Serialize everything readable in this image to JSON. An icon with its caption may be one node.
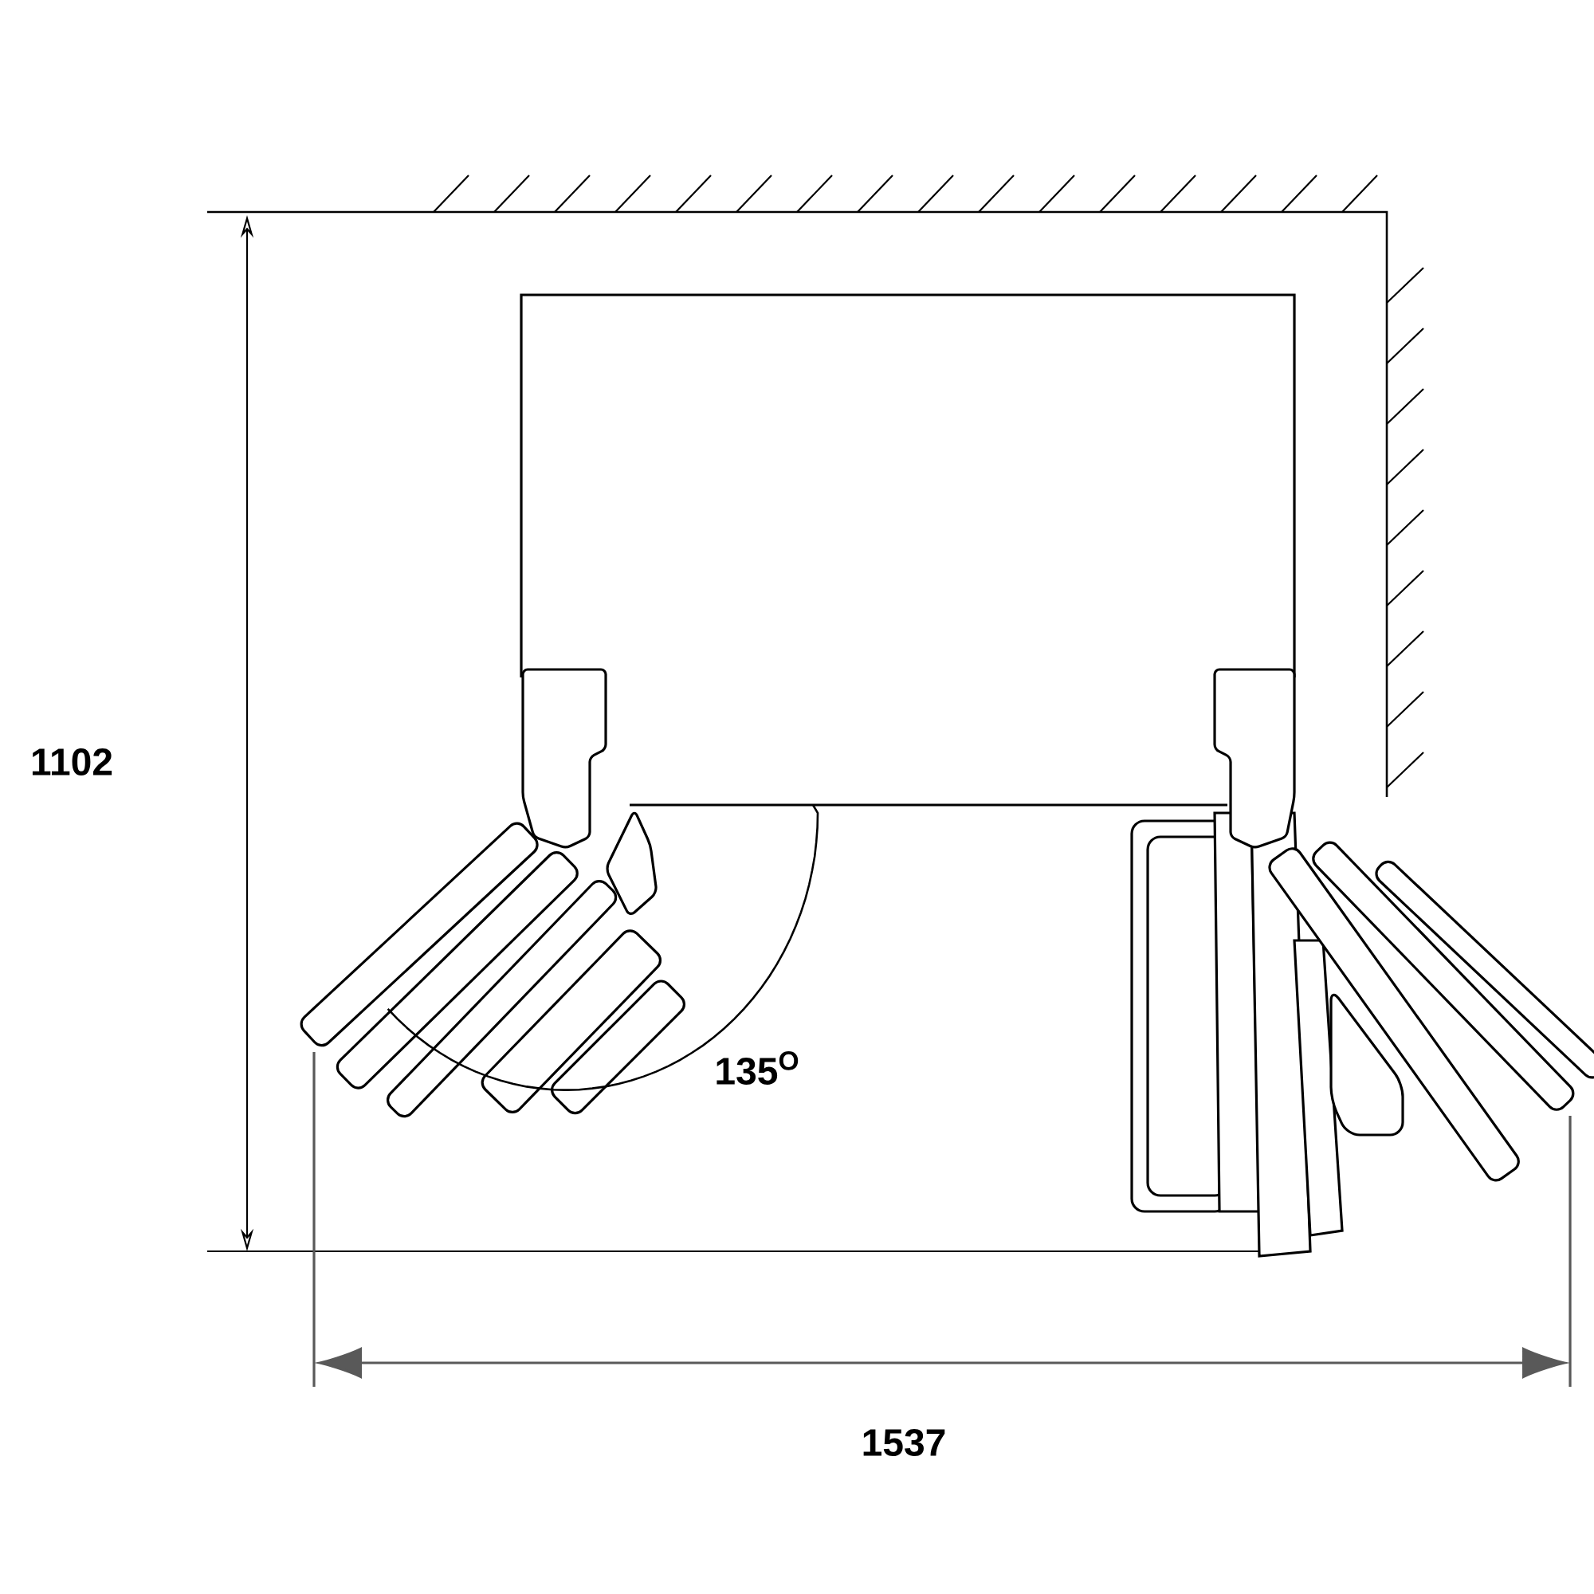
{
  "diagram": {
    "labels": [
      "1102",
      "135$^{O}$",
      "1537"
    ]
  }
}
